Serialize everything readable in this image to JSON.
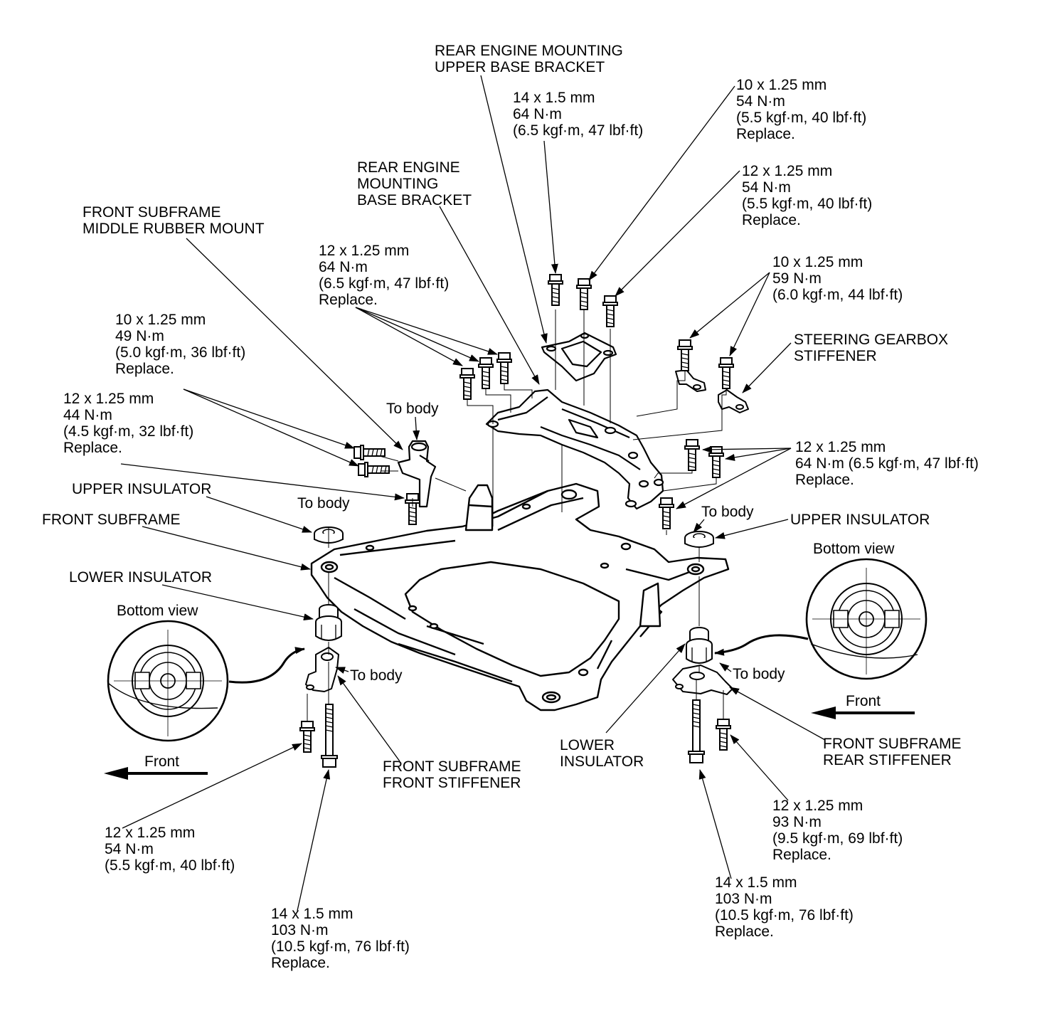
{
  "colors": {
    "ink": "#000000",
    "paper": "#ffffff"
  },
  "labels": {
    "rear_engine_mounting_upper_base_bracket": [
      "REAR ENGINE MOUNTING",
      "UPPER BASE BRACKET"
    ],
    "bolt_14x15_64nm_top": [
      "14 x 1.5 mm",
      "64 N·m",
      "(6.5 kgf·m, 47 lbf·ft)"
    ],
    "bolt_10x125_54nm_top": [
      "10 x 1.25 mm",
      "54 N·m",
      "(5.5 kgf·m, 40 lbf·ft)",
      "Replace."
    ],
    "rear_engine_mounting_base_bracket": [
      "REAR ENGINE",
      "MOUNTING",
      "BASE BRACKET"
    ],
    "bolt_12x125_54nm_top": [
      "12 x 1.25 mm",
      "54 N·m",
      "(5.5 kgf·m, 40 lbf·ft)",
      "Replace."
    ],
    "front_subframe_middle_rubber_mount": [
      "FRONT SUBFRAME",
      "MIDDLE RUBBER MOUNT"
    ],
    "bolt_12x125_64nm_left": [
      "12 x 1.25 mm",
      "64 N·m",
      "(6.5 kgf·m, 47 lbf·ft)",
      "Replace."
    ],
    "bolt_10x125_59nm": [
      "10 x 1.25 mm",
      "59 N·m",
      "(6.0 kgf·m, 44 lbf·ft)"
    ],
    "bolt_10x125_49nm": [
      "10 x 1.25 mm",
      "49 N·m",
      "(5.0 kgf·m, 36 lbf·ft)",
      "Replace."
    ],
    "steering_gearbox_stiffener": [
      "STEERING GEARBOX",
      "STIFFENER"
    ],
    "to_body_mount": [
      "To body"
    ],
    "bolt_12x125_44nm": [
      "12 x 1.25 mm",
      "44 N·m",
      "(4.5 kgf·m, 32 lbf·ft)",
      "Replace."
    ],
    "bolt_12x125_64nm_right": [
      "12 x 1.25 mm",
      "64 N·m (6.5 kgf·m, 47 lbf·ft)",
      "Replace."
    ],
    "upper_insulator_left": [
      "UPPER INSULATOR"
    ],
    "to_body_left_upper": [
      "To body"
    ],
    "to_body_right_upper": [
      "To body"
    ],
    "upper_insulator_right": [
      "UPPER INSULATOR"
    ],
    "front_subframe": [
      "FRONT SUBFRAME"
    ],
    "bottom_view_right": [
      "Bottom view"
    ],
    "lower_insulator_left": [
      "LOWER INSULATOR"
    ],
    "bottom_view_left": [
      "Bottom view"
    ],
    "to_body_left_lower": [
      "To body"
    ],
    "to_body_right_lower": [
      "To body"
    ],
    "front_right": [
      "Front"
    ],
    "lower_insulator_right": [
      "LOWER",
      "INSULATOR"
    ],
    "front_subframe_rear_stiffener": [
      "FRONT SUBFRAME",
      "REAR STIFFENER"
    ],
    "front_left": [
      "Front"
    ],
    "front_subframe_front_stiffener": [
      "FRONT SUBFRAME",
      "FRONT STIFFENER"
    ],
    "bolt_12x125_93nm": [
      "12 x 1.25 mm",
      "93 N·m",
      "(9.5 kgf·m, 69 lbf·ft)",
      "Replace."
    ],
    "bolt_12x125_54nm_bottom": [
      "12 x 1.25 mm",
      "54 N·m",
      "(5.5 kgf·m, 40 lbf·ft)"
    ],
    "bolt_14x15_103nm_right": [
      "14 x 1.5 mm",
      "103 N·m",
      "(10.5 kgf·m, 76 lbf·ft)",
      "Replace."
    ],
    "bolt_14x15_103nm_left": [
      "14 x 1.5 mm",
      "103 N·m",
      "(10.5 kgf·m, 76 lbf·ft)",
      "Replace."
    ]
  }
}
